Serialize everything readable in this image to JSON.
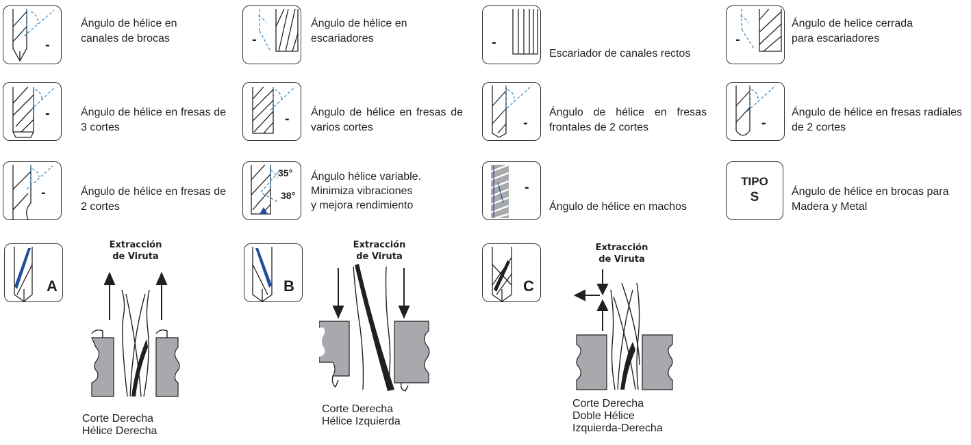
{
  "helix": [
    {
      "value": "-",
      "label": "Ángulo de hélice en\ncanales de brocas"
    },
    {
      "value": "-",
      "label": "Ángulo de hélice en\nescariadores"
    },
    {
      "value": "-",
      "label": "Escariador de canales rectos"
    },
    {
      "value": "-",
      "label": "Ángulo de helice cerrada\npara escariadores"
    },
    {
      "value": "-",
      "label": "Ángulo de hélice en fresas de 3 cortes"
    },
    {
      "value": "-",
      "label": "Ángulo de hélice en fresas de varios cortes"
    },
    {
      "value": "-",
      "label": "Ángulo de hélice en fresas frontales de 2 cortes"
    },
    {
      "value": "-",
      "label": "Ángulo de hélice en fresas radiales de 2 cortes"
    },
    {
      "value": "-",
      "label": "Ángulo de hélice en fresas de 2 cortes"
    },
    {
      "angle_top": "35°",
      "angle_bottom": "38°",
      "label": "Ángulo hélice variable.\nMinimiza vibraciones\ny mejora rendimiento"
    },
    {
      "value": "-",
      "label": "Ángulo de hélice en machos"
    },
    {
      "tipo_line1": "TIPO",
      "tipo_line2": "S",
      "label": "Ángulo de hélice en brocas para\nMadera y Metal"
    }
  ],
  "cut_types": [
    {
      "letter": "A",
      "title": "Extracción\nde Viruta",
      "caption": "Corte Derecha\nHélice Derecha"
    },
    {
      "letter": "B",
      "title": "Extracción\nde Viruta",
      "caption": "Corte Derecha\nHélice Izquierda"
    },
    {
      "letter": "C",
      "title": "Extracción\nde Viruta",
      "caption": "Corte Derecha\nDoble Hélice\nIzquierda-Derecha"
    }
  ],
  "colors": {
    "accent_blue": "#1f4e9c",
    "dashed_blue": "#2e86c1",
    "material_gray": "#a7a9ac",
    "outline": "#231f20"
  }
}
